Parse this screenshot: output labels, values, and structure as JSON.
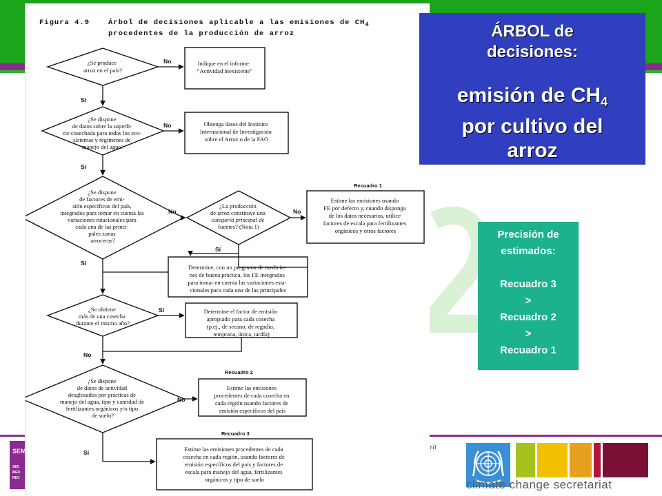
{
  "slide": {
    "title_line1": "ÁRBOL de",
    "title_line2": "decisiones:",
    "title_line3": "emisión de CH",
    "title_sub": "4",
    "title_line4": "por cultivo del",
    "title_line5": "arroz",
    "precision": {
      "line1": "Precisión de",
      "line2": "estimados:",
      "line3": "Recuadro 3",
      "line4": ">",
      "line5": "Recuadro 2",
      "line6": ">",
      "line7": "Recuadro 1"
    },
    "footer_nayarit": "ayarit",
    "footer_sem_logo": "SEM",
    "footer_sem_letters": "SEC MED REC",
    "footer_unfccc": "climate change secretariat"
  },
  "figure": {
    "number": "Figura 4.9",
    "title_line1": "Árbol de decisiones aplicable a las emisiones de CH",
    "title_sub": "4",
    "title_line2": "procedentes de la producción de arroz",
    "labels": {
      "yes": "Sí",
      "no": "No"
    },
    "recuadros": {
      "r1": "Recuadro 1",
      "r2": "Recuadro 2",
      "r3": "Recuadro 3"
    },
    "q1": [
      "¿Se produce",
      "arroz en el país?"
    ],
    "b1": [
      "Indique en el informe:",
      "“Actividad inexistente”"
    ],
    "q2": [
      "¿Se dispone",
      "de datos sobre la superfi-",
      "cie cosechada para todos los eco-",
      "sistemas y regímenes de",
      "manejo del agua?"
    ],
    "b2": [
      "Obtenga datos del Instituto",
      "Internacional de Investigación",
      "sobre el Arroz o de la FAO"
    ],
    "q3": [
      "¿Se dispone",
      "de factores de emi-",
      "sión específicos del país,",
      "integrados para tomar en cuenta las",
      "variaciones estacionales para",
      "cada una de las princi-",
      "pales zonas",
      "arroceras?"
    ],
    "q4": [
      "¿La producción",
      "de arroz constituye una",
      "categoría principal de",
      "fuentes? (Nota 1)"
    ],
    "b3": [
      "Estime las emisiones usando",
      "FE por defecto y, cuando disponga",
      "de los datos necesarios, utilice",
      "factores de escala para fertilizantes",
      "orgánicos y otros factores"
    ],
    "b4": [
      "Determine, con un programa de medicio-",
      "nes de buena práctica, los FE integrados",
      "para tomar en cuenta las variaciones esta-",
      "cionales para cada una de las principales"
    ],
    "q5": [
      "¿Se obtiene",
      "más de una cosecha",
      "durante el mismo año?"
    ],
    "b5": [
      "Determine el factor de emisión",
      "apropiado para cada cosecha",
      "(p.ej., de secano, de regadío,",
      "temprana, única, tardía)"
    ],
    "q6": [
      "¿Se dispone",
      "de datos de actividad",
      "desglosados por prácticas de",
      "manejo del agua, tipo y cantidad de",
      "fertilizantes orgánicos y/o tipo",
      "de suelo?"
    ],
    "b6": [
      "Estime las emisiones",
      "procedentes de cada cosecha en",
      "cada región usando factores de",
      "emisión específicos del país"
    ],
    "b7": [
      "Estime las emisiones procedentes de cada",
      "cosecha en cada región, usando factores de",
      "emisión específicos del país y factores de",
      "escala para manejo del agua, fertilizantes",
      "orgánicos y tipo de suelo"
    ]
  }
}
